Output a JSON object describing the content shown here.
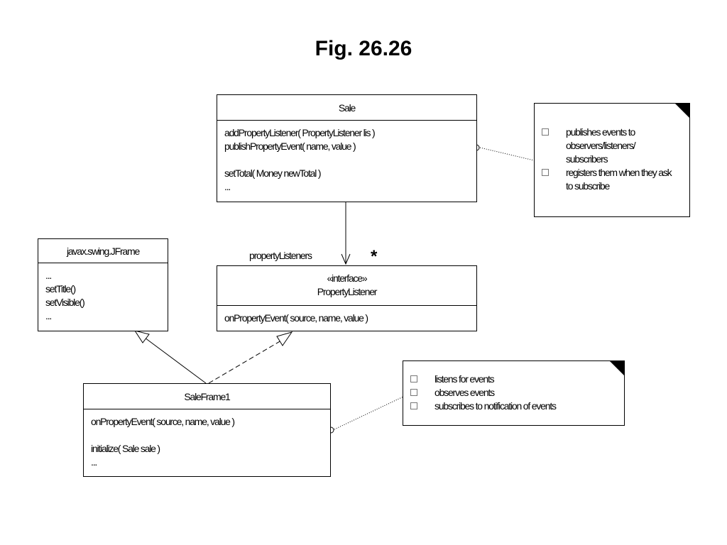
{
  "title": "Fig. 26.26",
  "sale": {
    "name": "Sale",
    "methods": [
      "addPropertyListener( PropertyListener lis )",
      "publishPropertyEvent( name, value )",
      "",
      "setTotal( Money newTotal )",
      "..."
    ]
  },
  "jframe": {
    "name": "javax.swing.JFrame",
    "methods": [
      "...",
      "setTitle()",
      "setVisible()",
      "..."
    ]
  },
  "property_listener": {
    "stereotype": "«interface»",
    "name": "PropertyListener",
    "methods": [
      "onPropertyEvent( source, name, value )"
    ]
  },
  "sale_frame": {
    "name": "SaleFrame1",
    "methods": [
      "onPropertyEvent( source, name, value )",
      "",
      "initialize( Sale sale )",
      "..."
    ]
  },
  "association": {
    "role": "propertyListeners",
    "multiplicity": "*"
  },
  "note_sale": {
    "items": [
      "publishes events to observers/listeners/ subscribers",
      "registers them when they ask to subscribe"
    ]
  },
  "note_frame": {
    "items": [
      "listens for events",
      "observes events",
      "subscribes to notification of events"
    ]
  }
}
